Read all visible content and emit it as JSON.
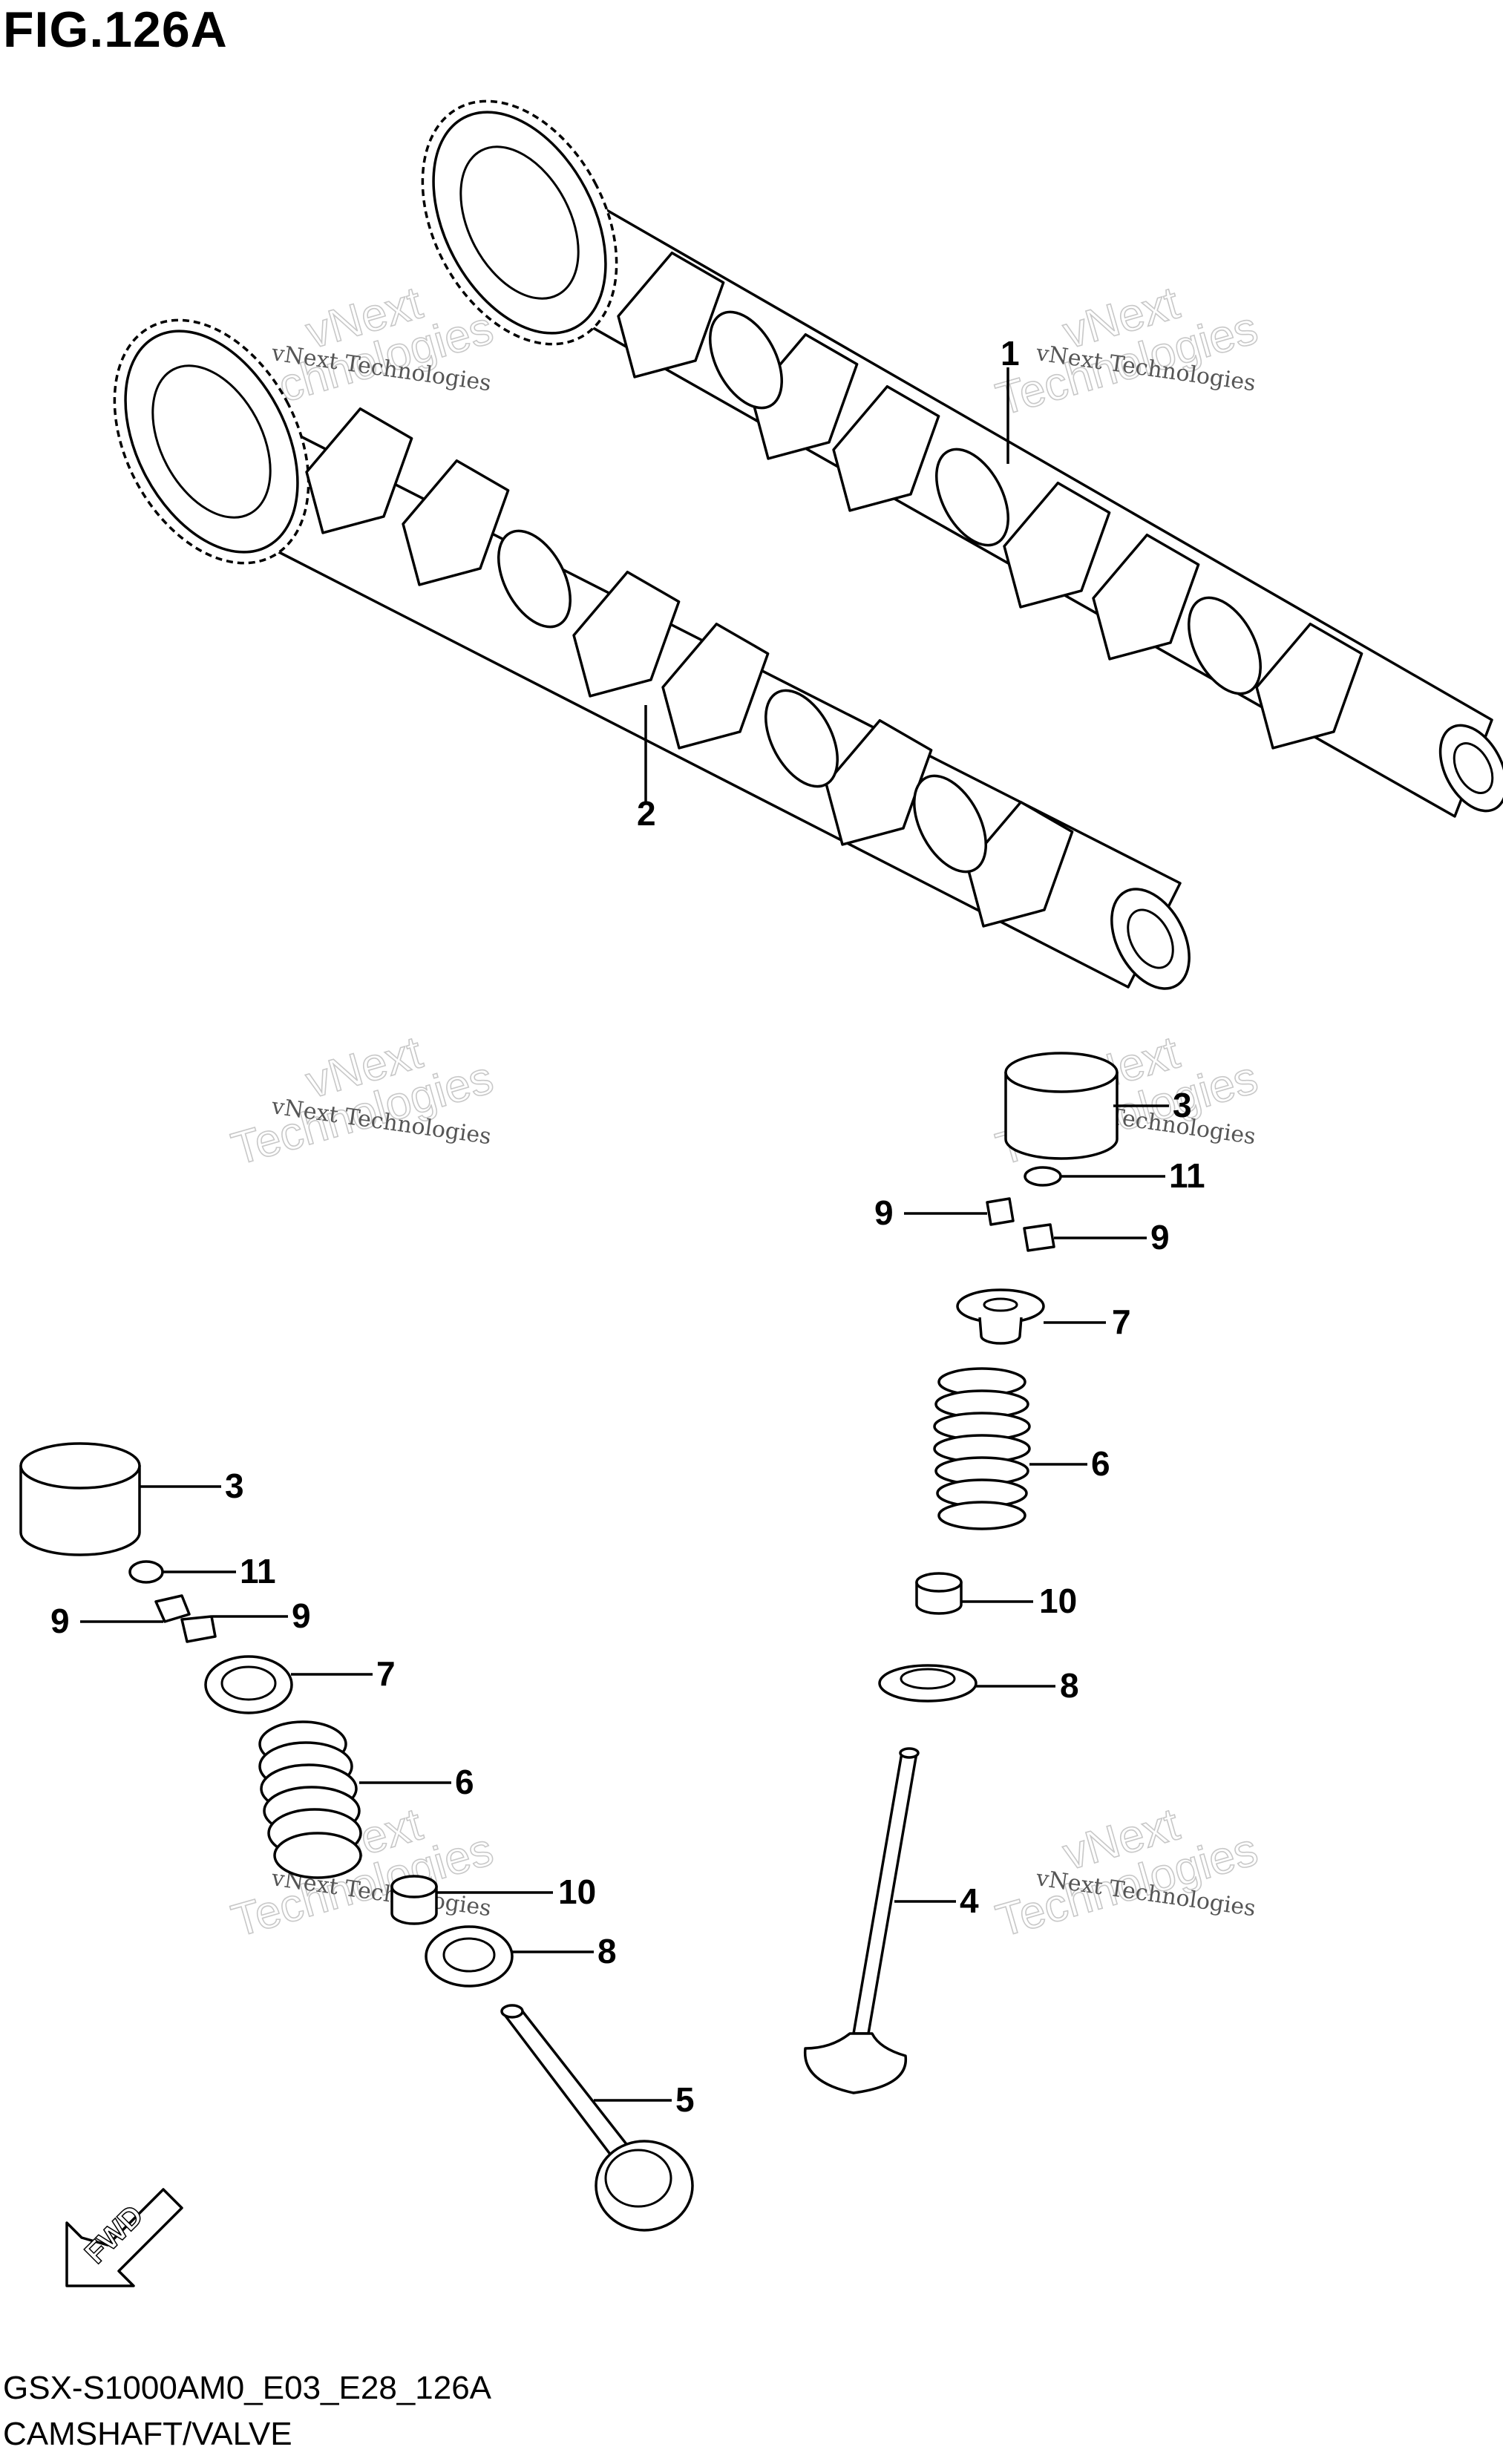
{
  "title": "FIG.126A",
  "footer": {
    "code": "GSX-S1000AM0_E03_E28_126A",
    "name": "CAMSHAFT/VALVE"
  },
  "callouts": {
    "c1": "1",
    "c2": "2",
    "c3a": "3",
    "c11a": "11",
    "c9a": "9",
    "c9b": "9",
    "c7a": "7",
    "c6a": "6",
    "c10a": "10",
    "c8a": "8",
    "c4": "4",
    "c3b": "3",
    "c11b": "11",
    "c9c": "9",
    "c9d": "9",
    "c7b": "7",
    "c6b": "6",
    "c10b": "10",
    "c8b": "8",
    "c5": "5"
  },
  "watermark": {
    "small": "vNext Technologies",
    "large_line1": "vNext",
    "large_line2": "Technologies"
  },
  "fwd_label": "FWD"
}
